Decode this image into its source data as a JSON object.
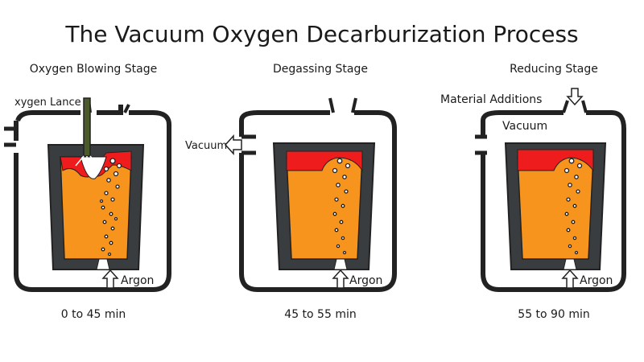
{
  "title": "The Vacuum Oxygen Decarburization Process",
  "colors": {
    "vessel_wall": "#3a3d40",
    "vessel_outline": "#222222",
    "steel_melt": "#f7941d",
    "slag": "#ee1c1c",
    "bubble_fill": "#ffffff",
    "lance": "#4a5a2a",
    "background": "#ffffff"
  },
  "stages": [
    {
      "name": "Oxygen Blowing Stage",
      "time": "0 to 45 min",
      "side_label": "xygen Lance",
      "bottom_label": "Argon"
    },
    {
      "name": "Degassing Stage",
      "time": "45 to 55 min",
      "side_label": "Vacuum",
      "bottom_label": "Argon"
    },
    {
      "name": "Reducing Stage",
      "time": "55 to 90 min",
      "top_label": "Material Additions",
      "inner_label": "Vacuum",
      "bottom_label": "Argon"
    }
  ]
}
